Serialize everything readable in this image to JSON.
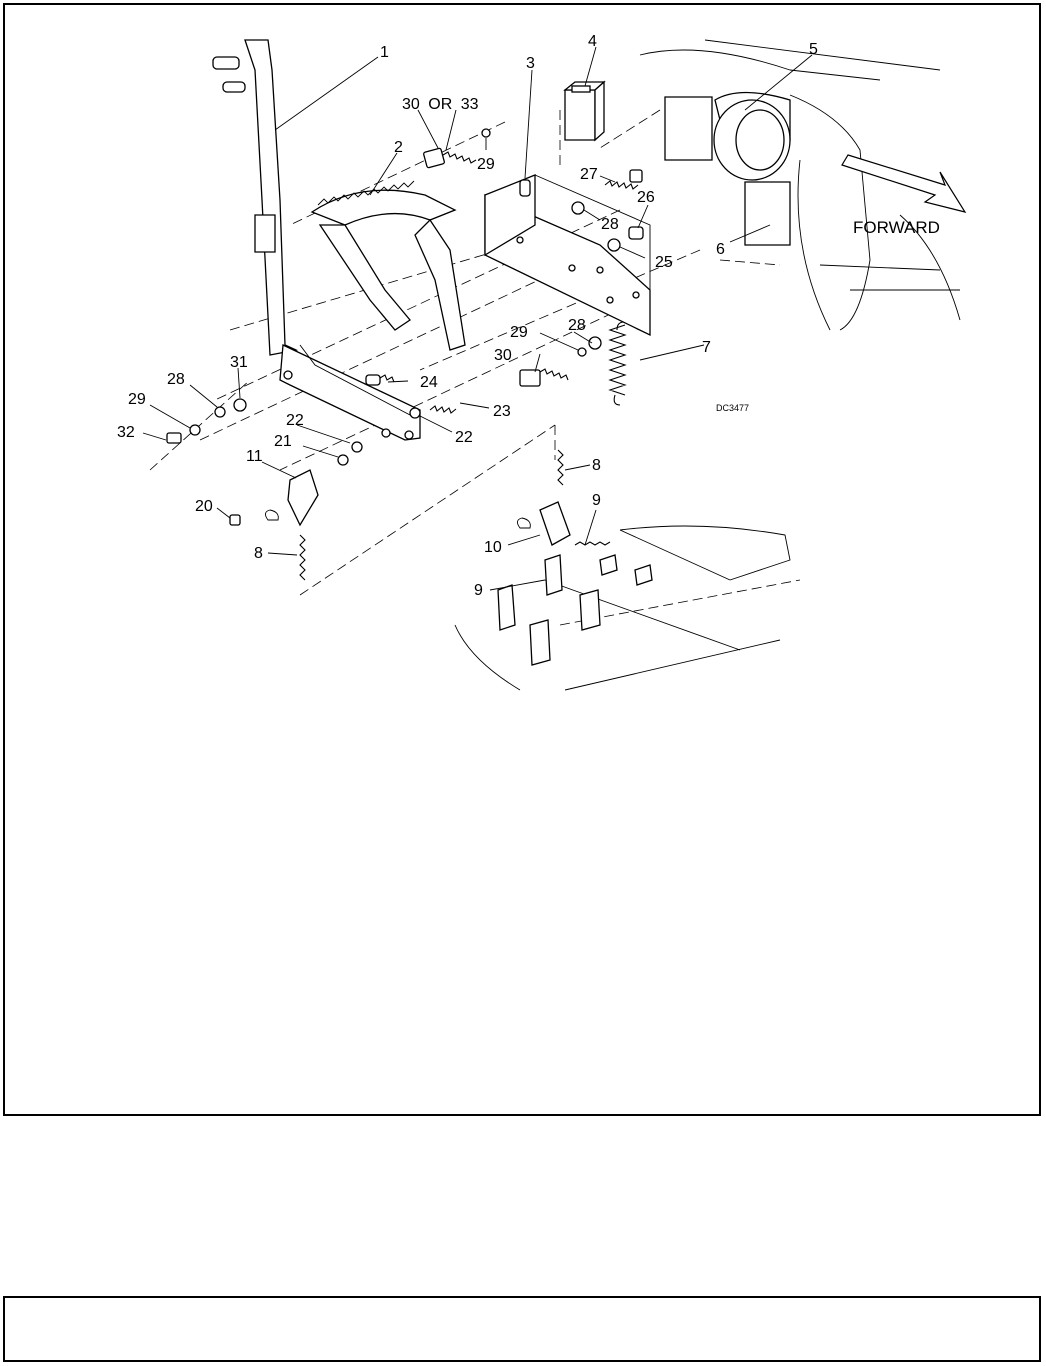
{
  "figure": {
    "code": "DC3477",
    "direction_label": "FORWARD",
    "callouts": {
      "c1": "1",
      "c2": "2",
      "c3": "3",
      "c4": "4",
      "c5": "5",
      "c6": "6",
      "c7": "7",
      "c8a": "8",
      "c8b": "8",
      "c9a": "9",
      "c9b": "9",
      "c10": "10",
      "c11": "11",
      "c20": "20",
      "c21": "21",
      "c22a": "22",
      "c22b": "22",
      "c23": "23",
      "c24": "24",
      "c25": "25",
      "c26": "26",
      "c27": "27",
      "c28a": "28",
      "c28b": "28",
      "c28c": "28",
      "c29a": "29",
      "c29b": "29",
      "c29c": "29",
      "c30a": "30 OR 33",
      "c30b": "30",
      "c31": "31",
      "c32": "32"
    }
  }
}
